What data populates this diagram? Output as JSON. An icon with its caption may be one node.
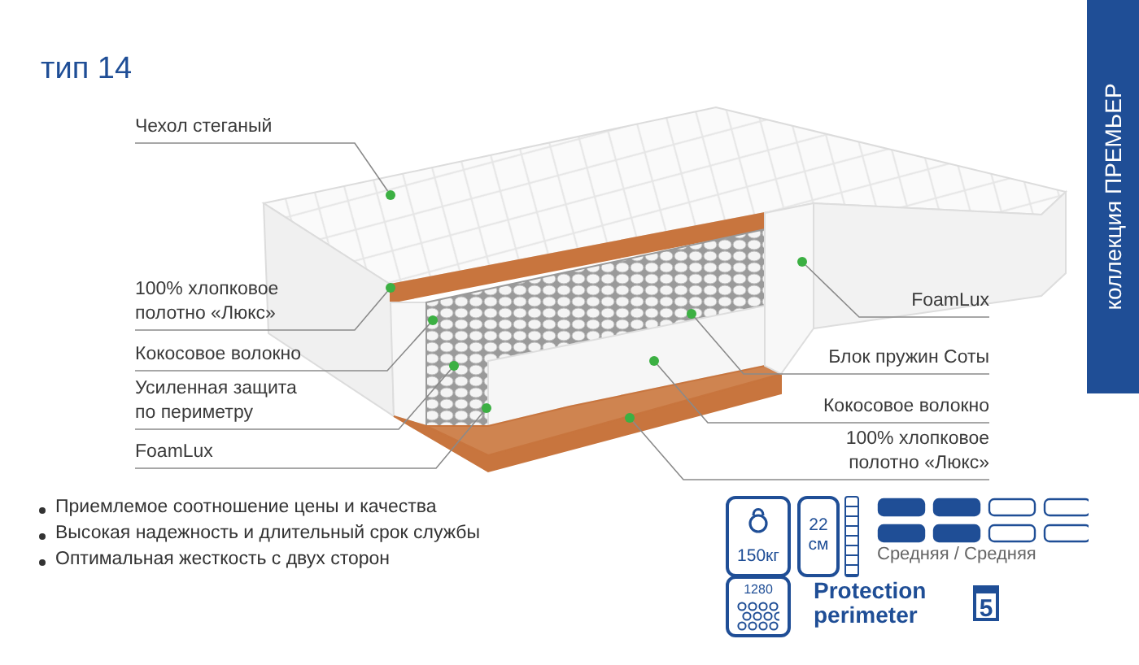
{
  "diagram": {
    "title": "тип 14",
    "nodes": [
      {
        "text": [
          "Чехол стеганый"
        ]
      },
      {
        "text": [
          "100% хлопковое полотно «Люкс»"
        ]
      },
      {
        "text": [
          "Кокосовое волокно"
        ]
      },
      {
        "text": [
          "Усиленная защита по периметру"
        ]
      },
      {
        "text": [
          "FoamLux"
        ]
      },
      {
        "text": [
          "FoamLux"
        ]
      },
      {
        "text": [
          "Блок пружин Соты"
        ]
      },
      {
        "text": [
          "Кокосовое волокно"
        ]
      },
      {
        "text": [
          "100% хлопковое полотно «Люкс»"
        ]
      },
      {
        "text": [],
        "shape": "circle"
      },
      {
        "text": [],
        "shape": "circle"
      },
      {
        "text": [],
        "shape": "circle"
      },
      {
        "text": [],
        "shape": "circle"
      },
      {
        "text": [],
        "shape": "circle"
      },
      {
        "text": [],
        "shape": "circle"
      },
      {
        "text": [],
        "shape": "circle"
      },
      {
        "text": [],
        "shape": "circle"
      },
      {
        "text": [],
        "shape": "circle"
      }
    ],
    "edges": [
      {
        "from": 0,
        "to": 9,
        "arrow": "none"
      },
      {
        "from": 1,
        "to": 10,
        "arrow": "none"
      },
      {
        "from": 2,
        "to": 11,
        "arrow": "none"
      },
      {
        "from": 3,
        "to": 12,
        "arrow": "none"
      },
      {
        "from": 4,
        "to": 13,
        "arrow": "none"
      },
      {
        "from": 5,
        "to": 14,
        "arrow": "none"
      },
      {
        "from": 6,
        "to": 15,
        "arrow": "none"
      },
      {
        "from": 7,
        "to": 16,
        "arrow": "none"
      },
      {
        "from": 8,
        "to": 17,
        "arrow": "none"
      }
    ],
    "labels": [
      "коллекция ПРЕМЬЕР",
      "Приемлемое соотношение цены и качества",
      "Высокая надежность и длительный срок службы",
      "Оптимальная жесткость с двух сторон",
      "150кг",
      "22 см",
      "Средняя / Средняя",
      "1280",
      "Protection perimeter",
      "5"
    ]
  }
}
